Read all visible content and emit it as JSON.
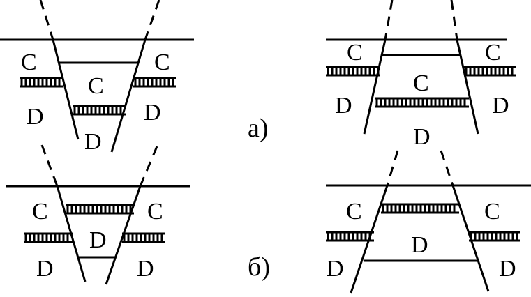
{
  "labels": {
    "c": "C",
    "d": "D"
  },
  "captions": {
    "a": "а)",
    "b": "б)"
  },
  "colors": {
    "ink": "#000000",
    "background": "#ffffff"
  }
}
